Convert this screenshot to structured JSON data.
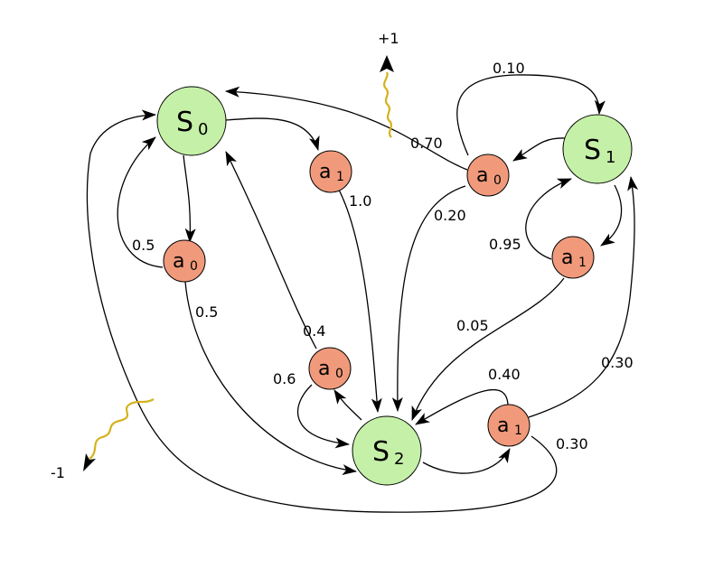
{
  "diagram": {
    "states": [
      {
        "id": "S0",
        "letter": "S",
        "sub": "0",
        "fill": "#c5f0a7"
      },
      {
        "id": "S1",
        "letter": "S",
        "sub": "1",
        "fill": "#c5f0a7"
      },
      {
        "id": "S2",
        "letter": "S",
        "sub": "2",
        "fill": "#c5f0a7"
      }
    ],
    "actions": [
      {
        "id": "S0a0",
        "letter": "a",
        "sub": "0",
        "fill": "#f09a7b"
      },
      {
        "id": "S0a1",
        "letter": "a",
        "sub": "1",
        "fill": "#f09a7b"
      },
      {
        "id": "S1a0",
        "letter": "a",
        "sub": "0",
        "fill": "#f09a7b"
      },
      {
        "id": "S1a1",
        "letter": "a",
        "sub": "1",
        "fill": "#f09a7b"
      },
      {
        "id": "S2a0",
        "letter": "a",
        "sub": "0",
        "fill": "#f09a7b"
      },
      {
        "id": "S2a1",
        "letter": "a",
        "sub": "1",
        "fill": "#f09a7b"
      }
    ],
    "probabilities": {
      "s0a0_s0": "0.5",
      "s0a0_s2": "0.5",
      "s0a1_s2": "1.0",
      "s1a0_s0": "0.70",
      "s1a0_s1": "0.10",
      "s1a0_s2": "0.20",
      "s1a1_s1": "0.95",
      "s1a1_s2": "0.05",
      "s2a0_s0": "0.4",
      "s2a0_s2": "0.6",
      "s2a1_s2": "0.40",
      "s2a1_s1": "0.30",
      "s2a1_s0": "0.30"
    },
    "rewards": {
      "positive": "+1",
      "negative": "-1"
    },
    "colors": {
      "state_fill": "#c5f0a7",
      "action_fill": "#f09a7b",
      "reward_squiggle": "#d4b21f"
    }
  }
}
